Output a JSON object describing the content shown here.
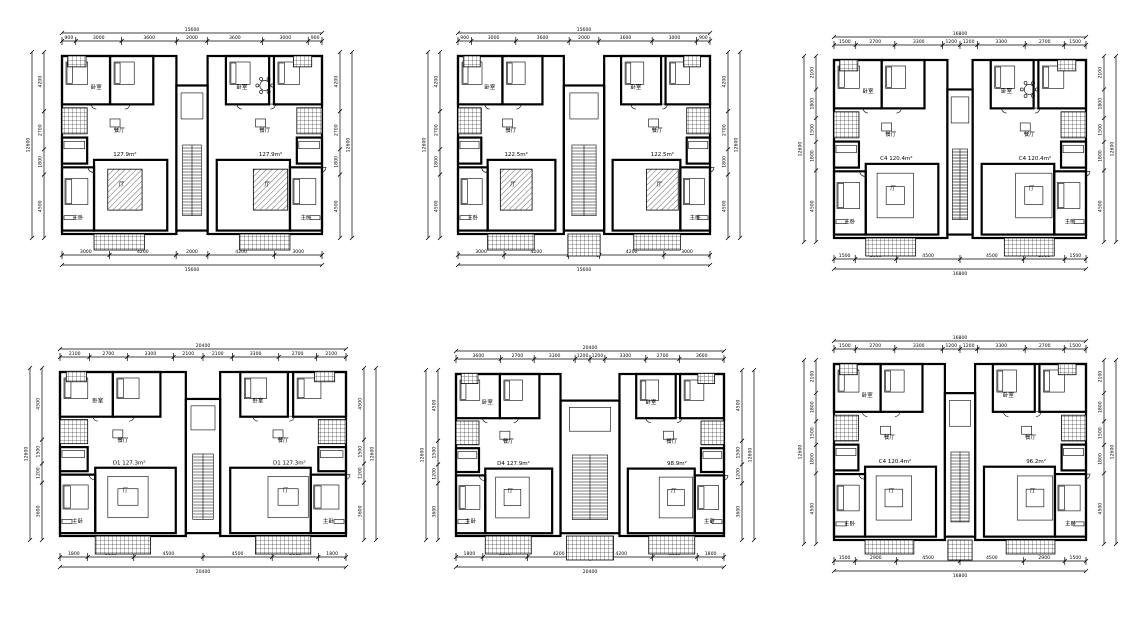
{
  "plans": [
    {
      "id": "plan-1",
      "top_total": "15600",
      "top_dims": [
        "900",
        "3000",
        "3600",
        "2000",
        "3600",
        "3000",
        "900"
      ],
      "bottom_total": "15600",
      "bottom_dims": [
        "3000",
        "4200",
        "2000",
        "4200",
        "3000"
      ],
      "side_dims": [
        "4200",
        "2700",
        "1800",
        "4500"
      ],
      "side_total": "12600",
      "area_labels": [
        "127.9m²",
        "127.9m²"
      ]
    },
    {
      "id": "plan-2",
      "top_total": "15600",
      "top_dims": [
        "900",
        "3000",
        "3600",
        "2000",
        "3600",
        "3000",
        "900"
      ],
      "bottom_total": "15600",
      "bottom_dims": [
        "3000",
        "4200",
        "2000",
        "4200",
        "3000"
      ],
      "side_dims": [
        "4200",
        "2700",
        "1800",
        "4500"
      ],
      "side_total": "12600",
      "area_labels": [
        "122.5m²",
        "122.5m²"
      ]
    },
    {
      "id": "plan-3",
      "top_total": "16800",
      "top_dims": [
        "1500",
        "2700",
        "3300",
        "1200",
        "1200",
        "3300",
        "2700",
        "1500"
      ],
      "bottom_total": "16800",
      "bottom_dims": [
        "1500",
        "2900",
        "4500",
        "4500",
        "2900",
        "1500"
      ],
      "side_dims": [
        "2100",
        "1800",
        "1500",
        "1800",
        "4500"
      ],
      "side_total": "12600",
      "area_labels": [
        "C4 120.4m²",
        "C4 120.4m²"
      ]
    },
    {
      "id": "plan-4",
      "top_total": "20400",
      "top_dims": [
        "2100",
        "2700",
        "3300",
        "2100",
        "2100",
        "3300",
        "2700",
        "2100"
      ],
      "bottom_total": "20400",
      "bottom_dims": [
        "1800",
        "3000",
        "4500",
        "4500",
        "3000",
        "1800"
      ],
      "side_dims": [
        "4500",
        "1500",
        "1200",
        "3600"
      ],
      "side_total": "12600",
      "area_labels": [
        "D1 127.3m²",
        "D1 127.3m²"
      ]
    },
    {
      "id": "plan-5",
      "top_total": "20400",
      "top_dims": [
        "3600",
        "2700",
        "3300",
        "1200",
        "1200",
        "3300",
        "2700",
        "3600"
      ],
      "bottom_total": "20400",
      "bottom_dims": [
        "1800",
        "3000",
        "4200",
        "4200",
        "3000",
        "1800"
      ],
      "side_dims": [
        "4500",
        "1500",
        "1200",
        "3600"
      ],
      "side_total": "12600",
      "area_labels": [
        "D4 127.9m²",
        "98.9m²"
      ]
    },
    {
      "id": "plan-6",
      "top_total": "16800",
      "top_dims": [
        "1500",
        "2700",
        "3300",
        "1200",
        "1200",
        "3300",
        "2700",
        "1500"
      ],
      "bottom_total": "16800",
      "bottom_dims": [
        "1500",
        "2900",
        "4500",
        "4500",
        "2900",
        "1500"
      ],
      "side_dims": [
        "2100",
        "1800",
        "1500",
        "1800",
        "4500"
      ],
      "side_total": "12600",
      "area_labels": [
        "C4 120.4m²",
        "96.2m²"
      ]
    }
  ],
  "room_labels": [
    "卧室",
    "厅",
    "主卧",
    "餐厅"
  ]
}
